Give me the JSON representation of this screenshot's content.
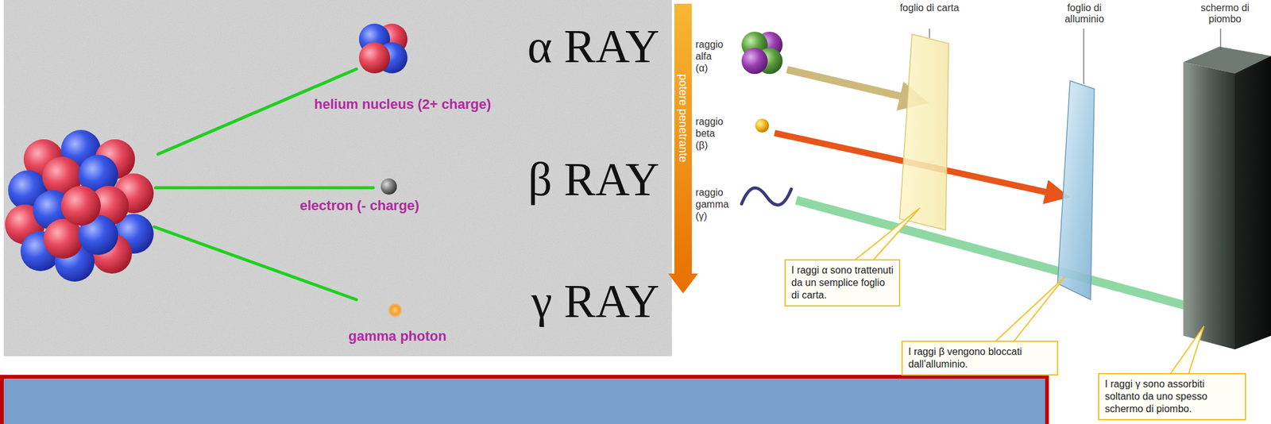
{
  "diagram": {
    "nodes": [
      {
        "text": [
          "I raggi α sono trattenuti da un semplice foglio di carta."
        ]
      },
      {
        "text": [
          "I raggi β vengono bloccati dall'alluminio."
        ]
      },
      {
        "text": [
          "I raggi γ sono assorbiti soltanto da uno spesso schermo di piombo."
        ]
      }
    ],
    "labels": [
      "α RAY",
      "helium nucleus (2+ charge)",
      "β RAY",
      "electron (- charge)",
      "γ RAY",
      "gamma photon",
      "potere penetrante",
      "raggio alfa (α)",
      "raggio beta (β)",
      "raggio gamma (γ)",
      "foglio di carta",
      "foglio di alluminio",
      "schermo di piombo"
    ]
  }
}
